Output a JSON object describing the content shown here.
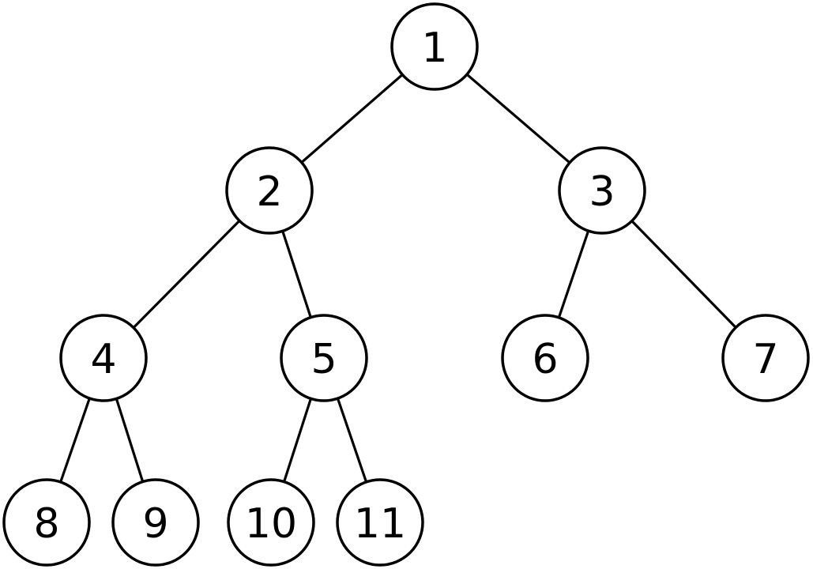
{
  "tree": {
    "nodes": [
      {
        "id": "n1",
        "label": "1"
      },
      {
        "id": "n2",
        "label": "2"
      },
      {
        "id": "n3",
        "label": "3"
      },
      {
        "id": "n4",
        "label": "4"
      },
      {
        "id": "n5",
        "label": "5"
      },
      {
        "id": "n6",
        "label": "6"
      },
      {
        "id": "n7",
        "label": "7"
      },
      {
        "id": "n8",
        "label": "8"
      },
      {
        "id": "n9",
        "label": "9"
      },
      {
        "id": "n10",
        "label": "10"
      },
      {
        "id": "n11",
        "label": "11"
      }
    ],
    "edges": [
      {
        "from": "n1",
        "to": "n2"
      },
      {
        "from": "n1",
        "to": "n3"
      },
      {
        "from": "n2",
        "to": "n4"
      },
      {
        "from": "n2",
        "to": "n5"
      },
      {
        "from": "n3",
        "to": "n6"
      },
      {
        "from": "n3",
        "to": "n7"
      },
      {
        "from": "n4",
        "to": "n8"
      },
      {
        "from": "n4",
        "to": "n9"
      },
      {
        "from": "n5",
        "to": "n10"
      },
      {
        "from": "n5",
        "to": "n11"
      }
    ],
    "colors": {
      "stroke": "#000000",
      "fill": "#ffffff",
      "text": "#000000"
    }
  }
}
